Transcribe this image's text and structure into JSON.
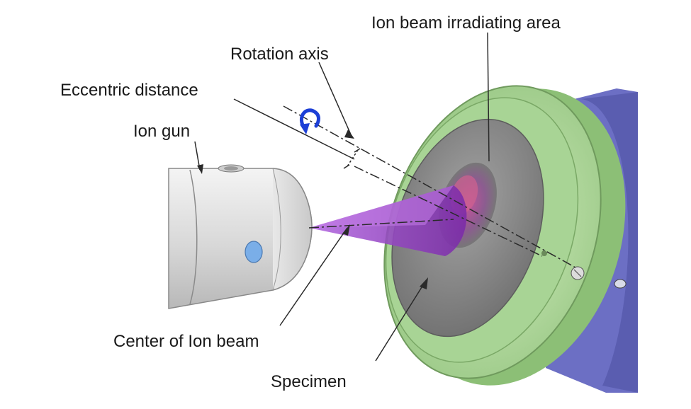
{
  "labels": {
    "ion_beam_irradiating_area": "Ion beam irradiating area",
    "rotation_axis": "Rotation axis",
    "eccentric_distance": "Eccentric distance",
    "ion_gun": "Ion gun",
    "center_of_ion_beam": "Center of Ion beam",
    "specimen": "Specimen"
  },
  "colors": {
    "ion_gun_body": "#e6e6e6",
    "specimen_holder": "#b9e0a6",
    "specimen_surface": "#8a8a8a",
    "ion_beam": "#a64dcc",
    "base_flange": "#6c6fc4",
    "rotation_arrow": "#1c3fd6",
    "port": "#7aaee8"
  }
}
